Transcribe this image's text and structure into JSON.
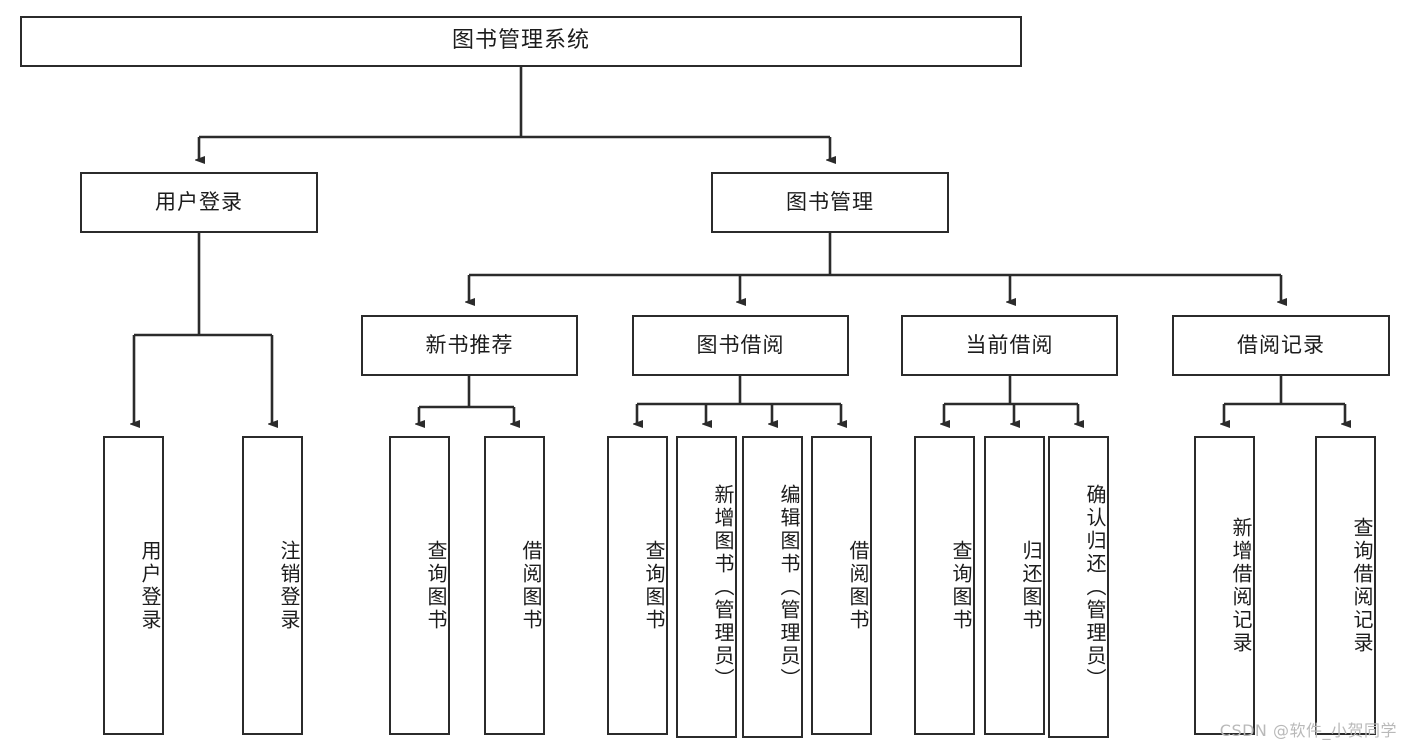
{
  "diagram": {
    "title": "图书管理系统",
    "type": "hierarchy-tree",
    "watermark": "CSDN @软件_小贺同学",
    "colors": {
      "stroke": "#2b2b2b",
      "fill": "#ffffff",
      "text": "#1c1c1c",
      "watermark": "#b9b9b9"
    },
    "nodes": {
      "root": {
        "label": "图书管理系统"
      },
      "level1": [
        {
          "id": "user-login",
          "label": "用户登录"
        },
        {
          "id": "book-manage",
          "label": "图书管理"
        }
      ],
      "level2": [
        {
          "id": "new-book-rec",
          "label": "新书推荐"
        },
        {
          "id": "book-borrow",
          "label": "图书借阅"
        },
        {
          "id": "current-borrow",
          "label": "当前借阅"
        },
        {
          "id": "borrow-record",
          "label": "借阅记录"
        }
      ],
      "leaves": {
        "user-login": [
          {
            "id": "leaf-user-login",
            "label": "用户登录"
          },
          {
            "id": "leaf-logout",
            "label": "注销登录"
          }
        ],
        "new-book-rec": [
          {
            "id": "leaf-query-book-1",
            "label": "查询图书"
          },
          {
            "id": "leaf-borrow-book-1",
            "label": "借阅图书"
          }
        ],
        "book-borrow": [
          {
            "id": "leaf-query-book-2",
            "label": "查询图书"
          },
          {
            "id": "leaf-add-book",
            "label": "新增图书（管理员）"
          },
          {
            "id": "leaf-edit-book",
            "label": "编辑图书（管理员）"
          },
          {
            "id": "leaf-borrow-book-2",
            "label": "借阅图书"
          }
        ],
        "current-borrow": [
          {
            "id": "leaf-query-book-3",
            "label": "查询图书"
          },
          {
            "id": "leaf-return-book",
            "label": "归还图书"
          },
          {
            "id": "leaf-confirm-return",
            "label": "确认归还（管理员）"
          }
        ],
        "borrow-record": [
          {
            "id": "leaf-add-record",
            "label": "新增借阅记录"
          },
          {
            "id": "leaf-query-record",
            "label": "查询借阅记录"
          }
        ]
      }
    }
  }
}
